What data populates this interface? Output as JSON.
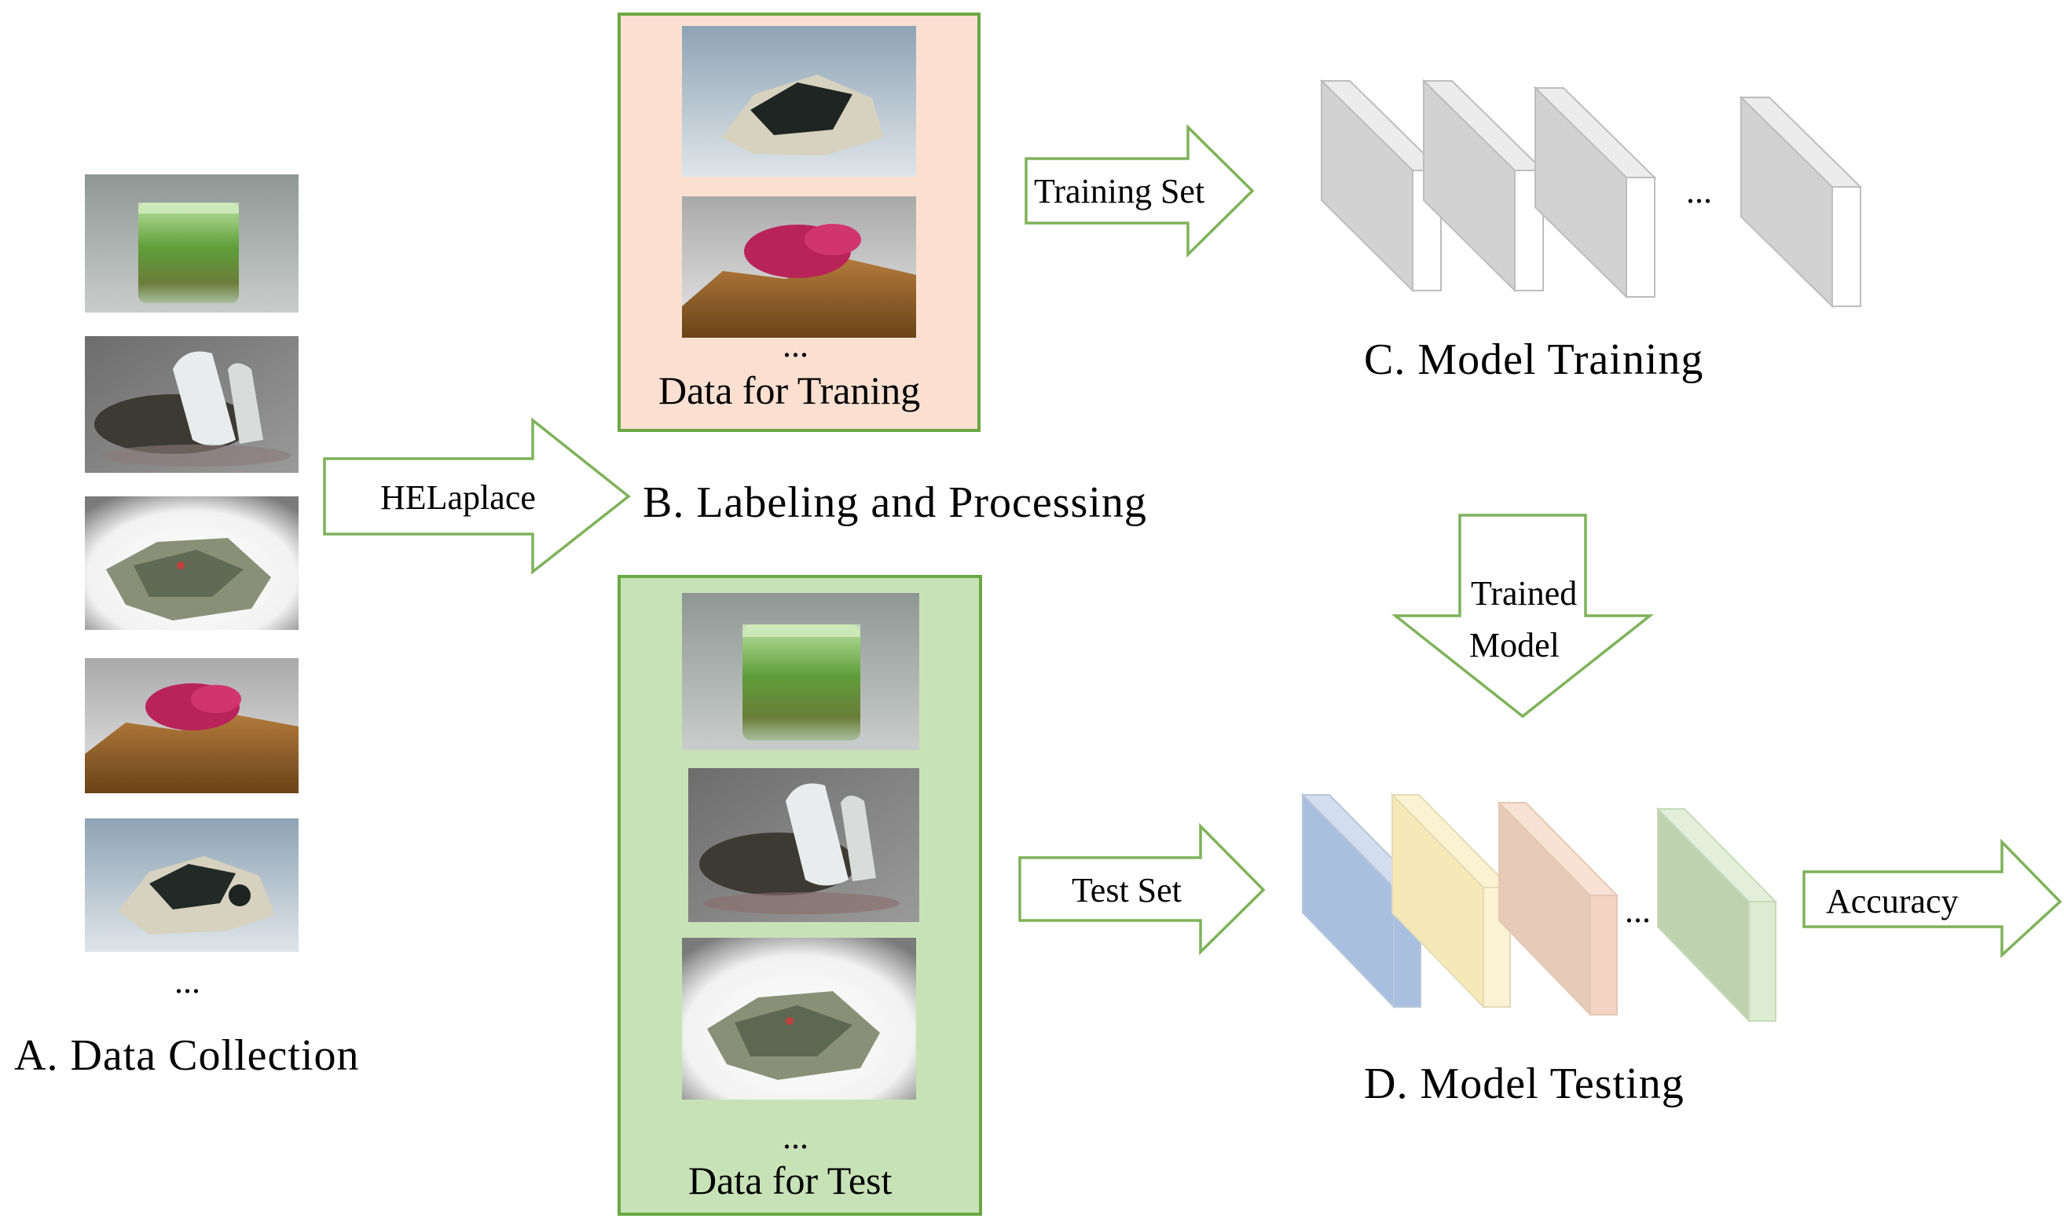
{
  "sections": {
    "data_collection": "A.  Data Collection",
    "labeling": "B.  Labeling and Processing",
    "model_training": "C.  Model Training",
    "model_testing": "D.  Model Testing"
  },
  "arrows": {
    "helaplace": "HELaplace",
    "training_set": "Training Set",
    "test_set": "Test Set",
    "trained_line1": "Trained",
    "trained_line2": "Model",
    "accuracy": "Accuracy"
  },
  "boxes": {
    "training_caption": "Data for Traning",
    "test_caption": "Data for Test"
  },
  "ellipsis": "...",
  "colors": {
    "arrow_stroke": "#7fb25a",
    "training_box_fill": "#fbe0d2",
    "test_box_fill": "#c8e2b8",
    "box_border": "#6aa843",
    "training_blocks": "#d4d4d4",
    "testing_blocks": [
      "#a9bfe0",
      "#f6e9b8",
      "#f3d3c1",
      "#cfe3c2"
    ]
  }
}
